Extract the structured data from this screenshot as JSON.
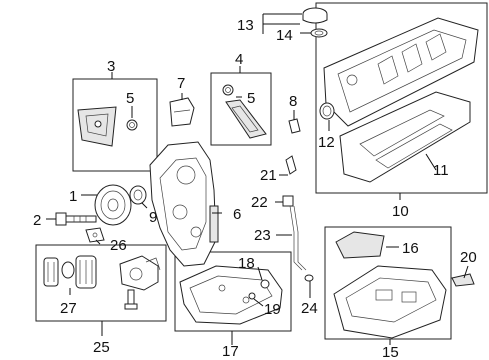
{
  "callouts": {
    "c1": "1",
    "c2": "2",
    "c3": "3",
    "c5a": "5",
    "c4": "4",
    "c5b": "5",
    "c6": "6",
    "c7": "7",
    "c8": "8",
    "c9": "9",
    "c10": "10",
    "c11": "11",
    "c12": "12",
    "c13": "13",
    "c14": "14",
    "c15": "15",
    "c16": "16",
    "c17": "17",
    "c18": "18",
    "c19": "19",
    "c20": "20",
    "c21": "21",
    "c22": "22",
    "c23": "23",
    "c24": "24",
    "c25": "25",
    "c26": "26",
    "c27": "27"
  }
}
